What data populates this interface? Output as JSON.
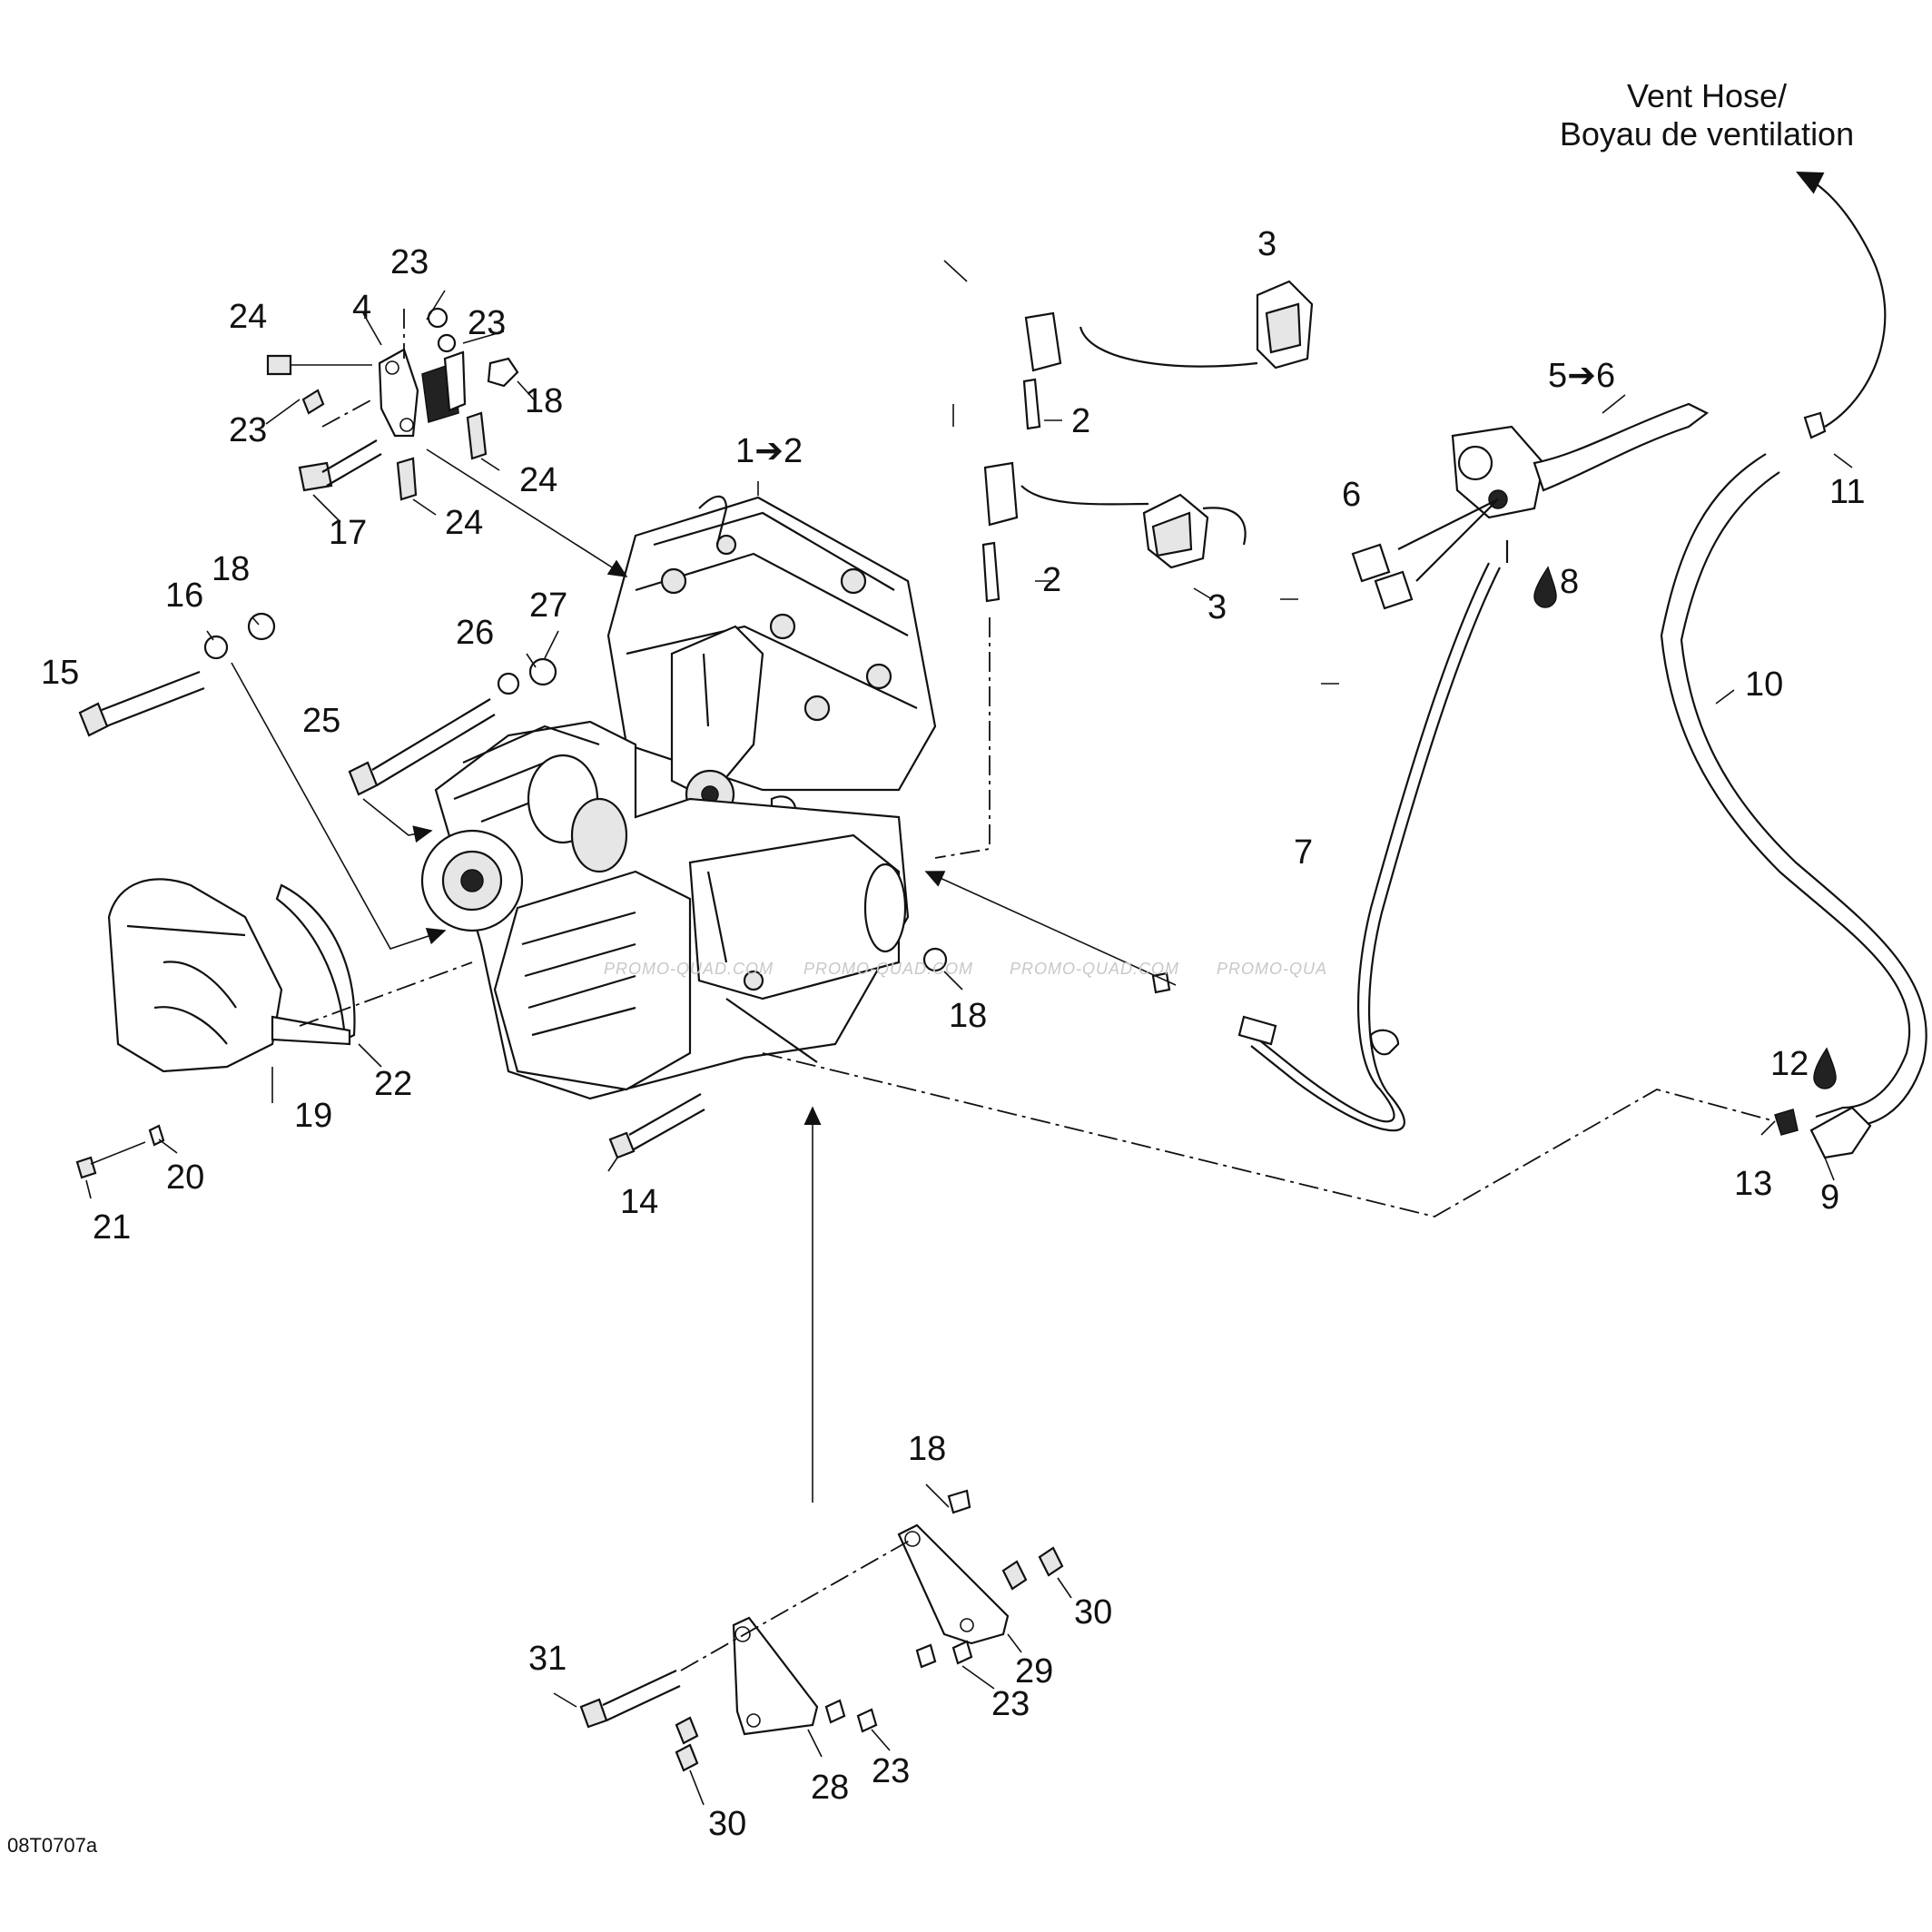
{
  "diagram": {
    "callout": {
      "line1": "Vent Hose/",
      "line2": "Boyau de ventilation"
    },
    "drawing_code": "08T0707a",
    "watermark": [
      "PROMO-QUAD.COM",
      "PROMO-QUAD.COM",
      "PROMO-QUAD.COM",
      "PROMO-QUA"
    ],
    "labels": [
      {
        "id": "l1",
        "text": "1➔2"
      },
      {
        "id": "l2a",
        "text": "2"
      },
      {
        "id": "l2b",
        "text": "2"
      },
      {
        "id": "l3a",
        "text": "3"
      },
      {
        "id": "l3b",
        "text": "3"
      },
      {
        "id": "l4",
        "text": "4"
      },
      {
        "id": "l5",
        "text": "5➔6"
      },
      {
        "id": "l6",
        "text": "6"
      },
      {
        "id": "l7",
        "text": "7"
      },
      {
        "id": "l8",
        "text": "8"
      },
      {
        "id": "l9",
        "text": "9"
      },
      {
        "id": "l10",
        "text": "10"
      },
      {
        "id": "l11",
        "text": "11"
      },
      {
        "id": "l12",
        "text": "12"
      },
      {
        "id": "l13",
        "text": "13"
      },
      {
        "id": "l14",
        "text": "14"
      },
      {
        "id": "l15",
        "text": "15"
      },
      {
        "id": "l16",
        "text": "16"
      },
      {
        "id": "l17",
        "text": "17"
      },
      {
        "id": "l18a",
        "text": "18"
      },
      {
        "id": "l18b",
        "text": "18"
      },
      {
        "id": "l18c",
        "text": "18"
      },
      {
        "id": "l18d",
        "text": "18"
      },
      {
        "id": "l19",
        "text": "19"
      },
      {
        "id": "l20",
        "text": "20"
      },
      {
        "id": "l21",
        "text": "21"
      },
      {
        "id": "l22",
        "text": "22"
      },
      {
        "id": "l23a",
        "text": "23"
      },
      {
        "id": "l23b",
        "text": "23"
      },
      {
        "id": "l23c",
        "text": "23"
      },
      {
        "id": "l23d",
        "text": "23"
      },
      {
        "id": "l23e",
        "text": "23"
      },
      {
        "id": "l24a",
        "text": "24"
      },
      {
        "id": "l24b",
        "text": "24"
      },
      {
        "id": "l24c",
        "text": "24"
      },
      {
        "id": "l25",
        "text": "25"
      },
      {
        "id": "l26",
        "text": "26"
      },
      {
        "id": "l27",
        "text": "27"
      },
      {
        "id": "l28",
        "text": "28"
      },
      {
        "id": "l29",
        "text": "29"
      },
      {
        "id": "l30a",
        "text": "30"
      },
      {
        "id": "l30b",
        "text": "30"
      },
      {
        "id": "l31",
        "text": "31"
      }
    ]
  }
}
